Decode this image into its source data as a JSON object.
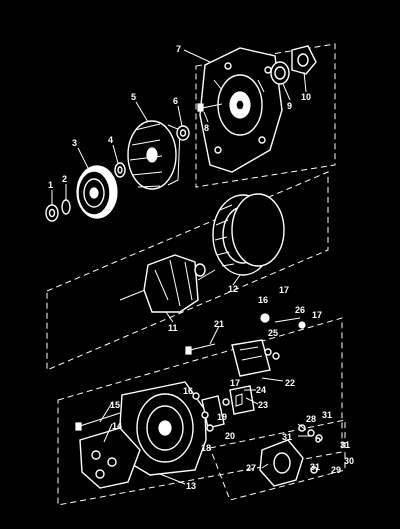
{
  "callouts": {
    "c1": "1",
    "c2": "2",
    "c3": "3",
    "c4": "4",
    "c5": "5",
    "c6": "6",
    "c7": "7",
    "c8": "8",
    "c9": "9",
    "c10": "10",
    "c11": "11",
    "c12": "12",
    "c13": "13",
    "c14": "14",
    "c15": "15",
    "c16a": "16",
    "c16b": "16",
    "c17a": "17",
    "c17b": "17",
    "c17c": "17",
    "c18": "18",
    "c19": "19",
    "c20": "20",
    "c21": "21",
    "c22": "22",
    "c23": "23",
    "c24": "24",
    "c25": "25",
    "c26": "26",
    "c27": "27",
    "c28": "28",
    "c29": "29",
    "c30": "30",
    "c31a": "31",
    "c31b": "31",
    "c31c": "31",
    "c31d": "31"
  },
  "colors": {
    "background": "#000000",
    "linework": "#ffffff"
  }
}
